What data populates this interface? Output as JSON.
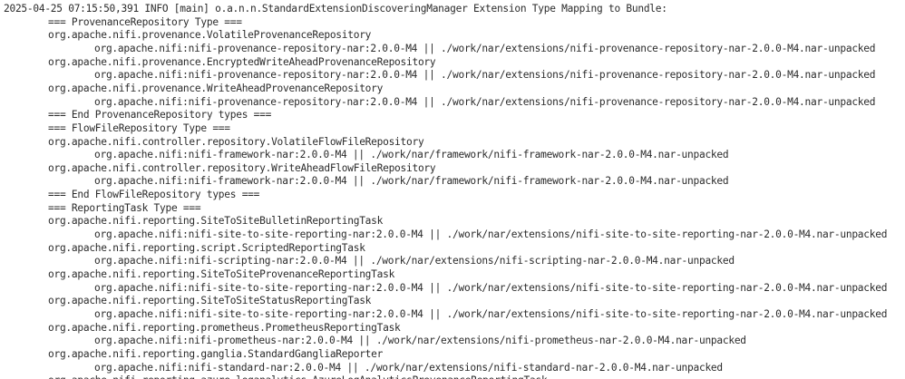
{
  "log": {
    "lines": [
      {
        "indent": 0,
        "text": "2025-04-25 07:15:50,391 INFO [main] o.a.n.n.StandardExtensionDiscoveringManager Extension Type Mapping to Bundle:"
      },
      {
        "indent": 1,
        "text": "=== ProvenanceRepository Type ==="
      },
      {
        "indent": 1,
        "text": "org.apache.nifi.provenance.VolatileProvenanceRepository"
      },
      {
        "indent": 2,
        "text": "org.apache.nifi:nifi-provenance-repository-nar:2.0.0-M4 || ./work/nar/extensions/nifi-provenance-repository-nar-2.0.0-M4.nar-unpacked"
      },
      {
        "indent": 1,
        "text": "org.apache.nifi.provenance.EncryptedWriteAheadProvenanceRepository"
      },
      {
        "indent": 2,
        "text": "org.apache.nifi:nifi-provenance-repository-nar:2.0.0-M4 || ./work/nar/extensions/nifi-provenance-repository-nar-2.0.0-M4.nar-unpacked"
      },
      {
        "indent": 1,
        "text": "org.apache.nifi.provenance.WriteAheadProvenanceRepository"
      },
      {
        "indent": 2,
        "text": "org.apache.nifi:nifi-provenance-repository-nar:2.0.0-M4 || ./work/nar/extensions/nifi-provenance-repository-nar-2.0.0-M4.nar-unpacked"
      },
      {
        "indent": 1,
        "text": "=== End ProvenanceRepository types ==="
      },
      {
        "indent": 1,
        "text": "=== FlowFileRepository Type ==="
      },
      {
        "indent": 1,
        "text": "org.apache.nifi.controller.repository.VolatileFlowFileRepository"
      },
      {
        "indent": 2,
        "text": "org.apache.nifi:nifi-framework-nar:2.0.0-M4 || ./work/nar/framework/nifi-framework-nar-2.0.0-M4.nar-unpacked"
      },
      {
        "indent": 1,
        "text": "org.apache.nifi.controller.repository.WriteAheadFlowFileRepository"
      },
      {
        "indent": 2,
        "text": "org.apache.nifi:nifi-framework-nar:2.0.0-M4 || ./work/nar/framework/nifi-framework-nar-2.0.0-M4.nar-unpacked"
      },
      {
        "indent": 1,
        "text": "=== End FlowFileRepository types ==="
      },
      {
        "indent": 1,
        "text": "=== ReportingTask Type ==="
      },
      {
        "indent": 1,
        "text": "org.apache.nifi.reporting.SiteToSiteBulletinReportingTask"
      },
      {
        "indent": 2,
        "text": "org.apache.nifi:nifi-site-to-site-reporting-nar:2.0.0-M4 || ./work/nar/extensions/nifi-site-to-site-reporting-nar-2.0.0-M4.nar-unpacked"
      },
      {
        "indent": 1,
        "text": "org.apache.nifi.reporting.script.ScriptedReportingTask"
      },
      {
        "indent": 2,
        "text": "org.apache.nifi:nifi-scripting-nar:2.0.0-M4 || ./work/nar/extensions/nifi-scripting-nar-2.0.0-M4.nar-unpacked"
      },
      {
        "indent": 1,
        "text": "org.apache.nifi.reporting.SiteToSiteProvenanceReportingTask"
      },
      {
        "indent": 2,
        "text": "org.apache.nifi:nifi-site-to-site-reporting-nar:2.0.0-M4 || ./work/nar/extensions/nifi-site-to-site-reporting-nar-2.0.0-M4.nar-unpacked"
      },
      {
        "indent": 1,
        "text": "org.apache.nifi.reporting.SiteToSiteStatusReportingTask"
      },
      {
        "indent": 2,
        "text": "org.apache.nifi:nifi-site-to-site-reporting-nar:2.0.0-M4 || ./work/nar/extensions/nifi-site-to-site-reporting-nar-2.0.0-M4.nar-unpacked"
      },
      {
        "indent": 1,
        "text": "org.apache.nifi.reporting.prometheus.PrometheusReportingTask"
      },
      {
        "indent": 2,
        "text": "org.apache.nifi:nifi-prometheus-nar:2.0.0-M4 || ./work/nar/extensions/nifi-prometheus-nar-2.0.0-M4.nar-unpacked"
      },
      {
        "indent": 1,
        "text": "org.apache.nifi.reporting.ganglia.StandardGangliaReporter"
      },
      {
        "indent": 2,
        "text": "org.apache.nifi:nifi-standard-nar:2.0.0-M4 || ./work/nar/extensions/nifi-standard-nar-2.0.0-M4.nar-unpacked"
      },
      {
        "indent": 1,
        "text": "org.apache.nifi.reporting.azure.loganalytics.AzureLogAnalyticsProvenanceReportingTask"
      }
    ]
  }
}
